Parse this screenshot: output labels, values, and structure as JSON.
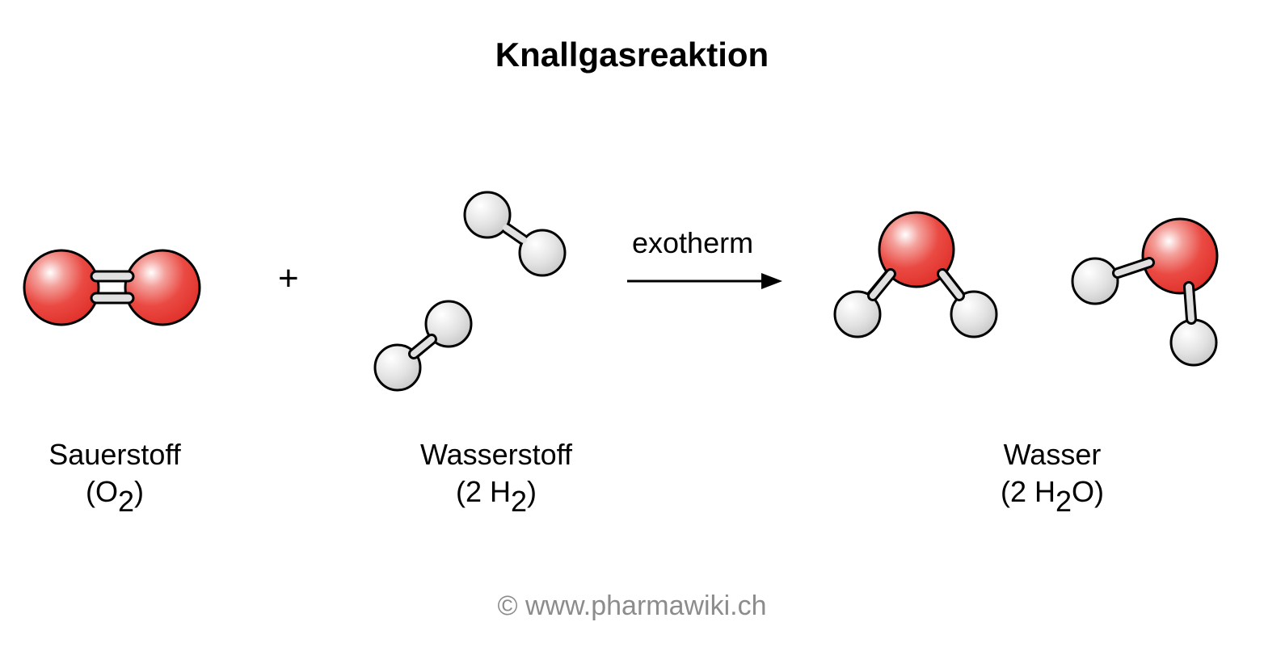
{
  "title": "Knallgasreaktion",
  "reaction": {
    "plus_sign": "+",
    "arrow_label": "exotherm",
    "reactants": [
      {
        "name": "Sauerstoff",
        "formula_prefix": "(O",
        "formula_sub": "2",
        "formula_suffix": ")"
      },
      {
        "name": "Wasserstoff",
        "formula_prefix": "(2 H",
        "formula_sub": "2",
        "formula_suffix": ")"
      }
    ],
    "products": [
      {
        "name": "Wasser",
        "formula_prefix": "(2 H",
        "formula_sub": "2",
        "formula_suffix": "O)"
      }
    ]
  },
  "molecules": {
    "oxygen_O2": {
      "atoms": [
        "O",
        "O"
      ],
      "bond": "double"
    },
    "hydrogen_H2": [
      {
        "atoms": [
          "H",
          "H"
        ],
        "bond": "single"
      },
      {
        "atoms": [
          "H",
          "H"
        ],
        "bond": "single"
      }
    ],
    "water_H2O": [
      {
        "atoms": [
          "O",
          "H",
          "H"
        ]
      },
      {
        "atoms": [
          "O",
          "H",
          "H"
        ]
      }
    ]
  },
  "colors": {
    "oxygen": "#e8352e",
    "hydrogen": "#dcdcdc",
    "bond": "#e0e0e0",
    "outline": "#000000",
    "copyright": "#8c8c8c"
  },
  "footer": {
    "copyright": "© www.pharmawiki.ch"
  }
}
